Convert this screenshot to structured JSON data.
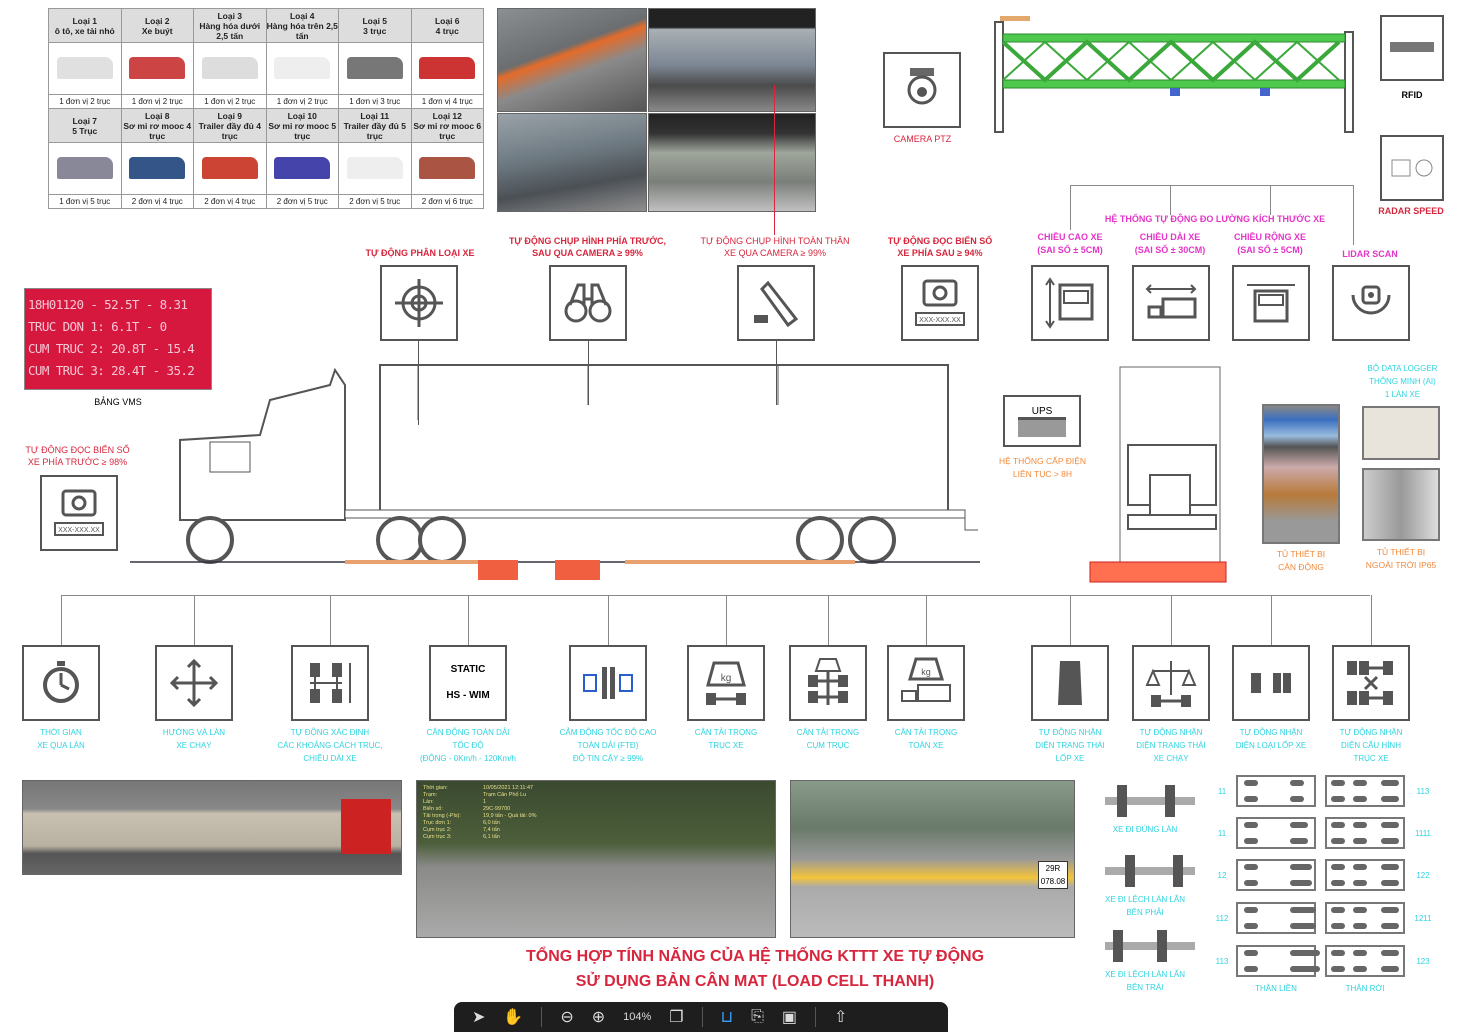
{
  "vehicle_table": {
    "row1": [
      {
        "h": "Loại 1\nô tô, xe tải nhỏ",
        "l": "1 đơn vị 2 trục"
      },
      {
        "h": "Loại 2\nXe buýt",
        "l": "1 đơn vị 2 trục"
      },
      {
        "h": "Loại 3\nHàng hóa dưới 2,5 tấn",
        "l": "1 đơn vị 2 trục"
      },
      {
        "h": "Loại 4\nHàng hóa trên 2,5 tấn",
        "l": "1 đơn vị 2 trục"
      },
      {
        "h": "Loại 5\n3 trục",
        "l": "1 đơn vị 3 trục"
      },
      {
        "h": "Loại 6\n4 trục",
        "l": "1 đơn vị 4 trục"
      }
    ],
    "row2": [
      {
        "h": "Loại 7\n5 Trục",
        "l": "1 đơn vị 5 trục"
      },
      {
        "h": "Loại 8\nSơ mi rơ mooc 4 trục",
        "l": "2 đơn vị 4 trục"
      },
      {
        "h": "Loại 9\nTrailer đầy đủ 4 trục",
        "l": "2 đơn vị 4 trục"
      },
      {
        "h": "Loại 10\nSơ mi rơ mooc 5 trục",
        "l": "2 đơn vị 5 trục"
      },
      {
        "h": "Loại 11\nTrailer đầy đủ 5 trục",
        "l": "2 đơn vị 5 trục"
      },
      {
        "h": "Loại 12\nSơ mi rơ mooc 6 trục",
        "l": "2 đơn vị 6 trục"
      }
    ]
  },
  "top_devices": {
    "camera_ptz": "CAMERA PTZ",
    "rfid": "RFID",
    "radar": "RADAR SPEED"
  },
  "top_features": [
    {
      "l1": "TỰ ĐỘNG PHÂN LOẠI XE",
      "l2": ""
    },
    {
      "l1": "TỰ ĐỘNG CHỤP HÌNH PHÍA TRƯỚC,",
      "l2": "SAU QUA CAMERA ≥ 99%"
    },
    {
      "l1": "TỰ ĐỘNG CHỤP HÌNH TOÀN THÂN",
      "l2": "XE QUA CAMERA ≥ 99%"
    },
    {
      "l1": "TỰ ĐỘNG ĐỌC BIỂN SỐ",
      "l2": "XE PHÍA SAU ≥ 94%"
    }
  ],
  "dimension_system": {
    "title": "HỆ THỐNG TỰ ĐỘNG ĐO LƯỜNG KÍCH THƯỚC XE",
    "items": [
      {
        "l1": "CHIỀU CAO XE",
        "l2": "(SAI SỐ ± 5CM)"
      },
      {
        "l1": "CHIỀU DÀI XE",
        "l2": "(SAI SỐ ± 30CM)"
      },
      {
        "l1": "CHIỀU RỘNG XE",
        "l2": "(SAI SỐ ± 5CM)"
      }
    ],
    "lidar": "LIDAR SCAN"
  },
  "plate_text": "XXX-XXX.XX",
  "vms": {
    "lines": [
      "18H01120 - 52.5T - 8.31",
      "TRUC DON 1: 6.1T - 0",
      "CUM TRUC 2: 20.8T - 15.4",
      "CUM TRUC 3: 28.4T - 35.2"
    ],
    "label": "BẢNG VMS"
  },
  "front_plate": {
    "l1": "TỰ ĐỘNG ĐỌC BIỂN SỐ",
    "l2": "XE PHÍA TRƯỚC ≥ 98%"
  },
  "ups": {
    "title": "UPS",
    "l1": "HỆ THỐNG CẤP ĐIỆN",
    "l2": "LIÊN TỤC > 8H"
  },
  "cabinets": {
    "logger": [
      "BỘ DATA LOGGER",
      "THÔNG MINH (AI)",
      "1 LÀN XE"
    ],
    "cab1": [
      "TỦ THIẾT BỊ",
      "CÂN ĐỘNG"
    ],
    "cab2": [
      "TỦ THIẾT BỊ",
      "NGOÀI TRỜI IP65"
    ]
  },
  "static_label": {
    "a": "STATIC",
    "b": "HS - WIM"
  },
  "bottom_features": [
    [
      "THỜI GIAN",
      "XE QUA LÀN"
    ],
    [
      "HƯỚNG VÀ LÀN",
      "XE CHẠY"
    ],
    [
      "TỰ ĐỘNG XÁC ĐỊNH",
      "CÁC KHOẢNG CÁCH TRỤC,",
      "CHIỀU DÀI XE"
    ],
    [
      "CÂN ĐỘNG TOÀN DẢI",
      "TỐC ĐỘ",
      "(ĐỘNG - 0Km/h - 120Km/h"
    ],
    [
      "CẢM ĐỘNG TỐC ĐỘ CAO",
      "TOÀN DẢI (FTĐ)",
      "ĐỘ TIN CẬY ≥ 99%"
    ],
    [
      "CÂN TẢI TRỌNG",
      "TRỤC XE"
    ],
    [
      "CÂN TẢI TRỌNG",
      "CỤM TRỤC"
    ],
    [
      "CÂN TẢI TRỌNG",
      "TOÀN XE"
    ],
    [
      "TỰ ĐỘNG NHẬN",
      "DIỆN TRẠNG THÁI",
      "LỐP XE"
    ],
    [
      "TỰ ĐỘNG NHẬN",
      "DIỆN TRẠNG THÁI",
      "XE CHẠY"
    ],
    [
      "TỰ ĐỘNG NHẬN",
      "DIỆN LOẠI LỐP XE",
      ""
    ],
    [
      "TỰ ĐỘNG NHẬN",
      "DIỆN CẤU HÌNH",
      "TRỤC XE"
    ]
  ],
  "overlay": {
    "rows": [
      [
        "Thời gian:",
        "10/05/2021 12:11:47"
      ],
      [
        "Trạm:",
        "Trạm Cân Phố Lu"
      ],
      [
        "Làn:",
        "1"
      ],
      [
        "Biển số:",
        "29C-99700"
      ],
      [
        "Tải trọng (-Pls):",
        "19,9 tấn - Quá tải: 0%"
      ],
      [
        "Trục đơn 1:",
        "6,0 tấn"
      ],
      [
        "Cụm trục 2:",
        "7,4 tấn"
      ],
      [
        "Cụm trục 3:",
        "6,1 tấn"
      ]
    ],
    "plate": "29R 078.08"
  },
  "title": {
    "line1": "TỔNG HỢP TÍNH NĂNG CỦA HỆ THỐNG KTTT XE TỰ ĐỘNG",
    "line2": "SỬ DỤNG BẢN CÂN MAT (LOAD CELL THANH)"
  },
  "lane_positions": [
    [
      "XE ĐI ĐÚNG LÀN"
    ],
    [
      "XE ĐI LỆCH LÀN LẤN",
      "BÊN PHẢI"
    ],
    [
      "XE ĐI LỆCH LÀN LẤN",
      "BÊN TRÁI"
    ]
  ],
  "axle_codes": {
    "left": [
      "11",
      "11",
      "12",
      "112",
      "113"
    ],
    "right": [
      "113",
      "1111",
      "122",
      "1211",
      "123"
    ],
    "captions": [
      "THÂN LIỀN",
      "THÂN RỜI"
    ]
  },
  "toolbar": {
    "zoom": "104%"
  }
}
